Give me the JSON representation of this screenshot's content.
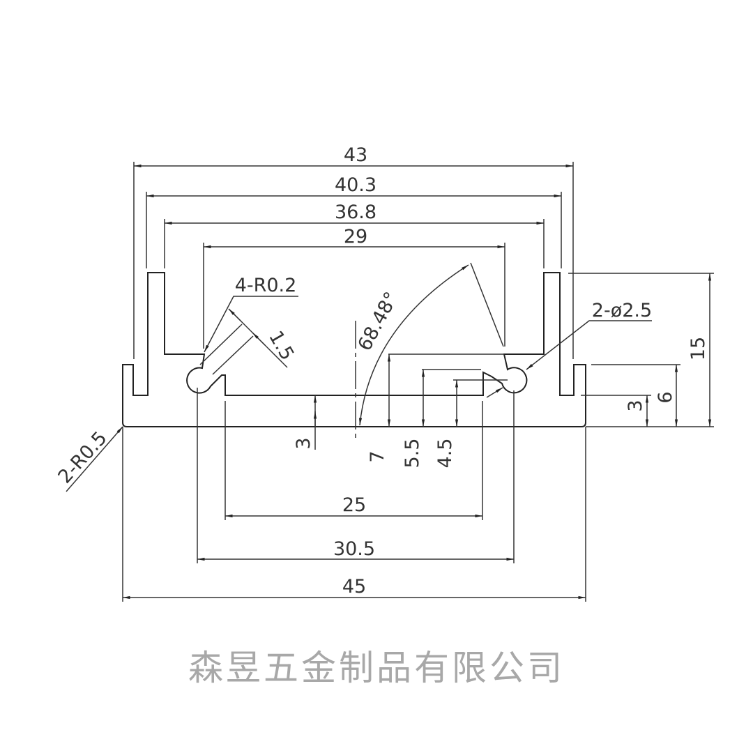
{
  "drawing": {
    "dimensions": {
      "overall_top": "43",
      "second_top": "40.3",
      "third_top": "36.8",
      "inner_top": "29",
      "inner_bottom": "25",
      "ball_span": "30.5",
      "overall_bottom": "45",
      "height_total": "15",
      "height_notch": "6",
      "height_notch_base": "3",
      "height_center": "3",
      "height_7": "7",
      "height_5_5": "5.5",
      "height_4_5": "4.5",
      "arm_thickness": "1.5",
      "angle": "68.48°"
    },
    "callouts": {
      "fillet_small": "4-R0.2",
      "fillet_large": "2-R0.5",
      "ball_diameter": "2-ø2.5"
    },
    "watermark": "森昱五金制品有限公司",
    "line_color": "#222222"
  }
}
